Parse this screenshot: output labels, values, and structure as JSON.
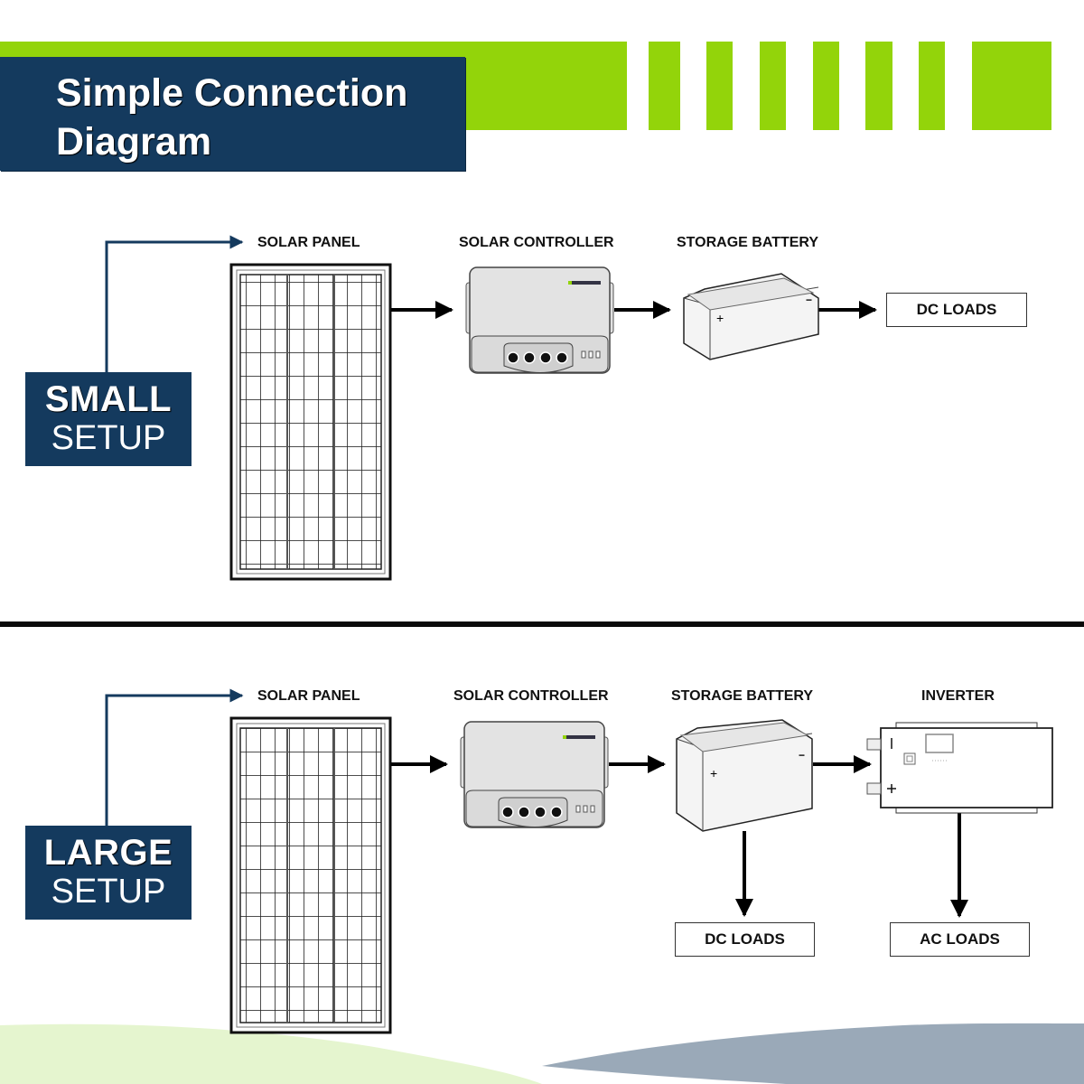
{
  "header": {
    "title_line1": "Simple Connection",
    "title_line2": "Diagram",
    "colors": {
      "navy": "#143a5e",
      "green": "#93d40a"
    }
  },
  "small_setup": {
    "badge_bold": "SMALL",
    "badge_text": "SETUP",
    "components": [
      {
        "label": "SOLAR PANEL",
        "icon": "solar-panel-icon"
      },
      {
        "label": "SOLAR CONTROLLER",
        "icon": "charge-controller-icon"
      },
      {
        "label": "STORAGE BATTERY",
        "icon": "battery-icon"
      }
    ],
    "loads": [
      {
        "label": "DC LOADS"
      }
    ]
  },
  "large_setup": {
    "badge_bold": "LARGE",
    "badge_text": "SETUP",
    "components": [
      {
        "label": "SOLAR PANEL",
        "icon": "solar-panel-icon"
      },
      {
        "label": "SOLAR CONTROLLER",
        "icon": "charge-controller-icon"
      },
      {
        "label": "STORAGE BATTERY",
        "icon": "battery-icon"
      },
      {
        "label": "INVERTER",
        "icon": "inverter-icon"
      }
    ],
    "loads": [
      {
        "label": "DC LOADS"
      },
      {
        "label": "AC LOADS"
      }
    ]
  },
  "battery_symbols": {
    "positive": "+",
    "negative": "−"
  }
}
